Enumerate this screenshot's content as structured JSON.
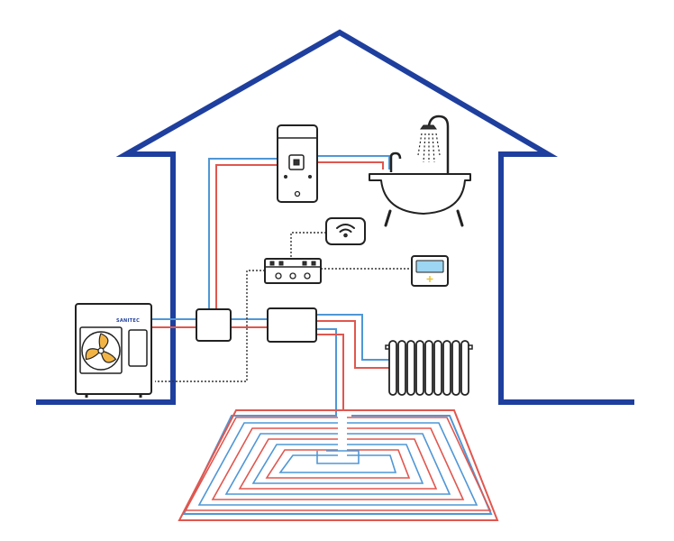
{
  "colors": {
    "house_outline": "#1f3f9e",
    "hot_pipe": "#e0574f",
    "cold_pipe": "#4f97d6",
    "component_stroke": "#222222",
    "fan_blades": "#f2b445",
    "thermostat_screen": "#9cd6f2",
    "thermostat_accent": "#e7c23a",
    "control_wire": "#333333"
  },
  "heat_pump": {
    "brand_label": "SANITEC"
  },
  "icons": [
    "heat-pump-outdoor-unit",
    "fan-icon",
    "boiler-hot-water-cylinder",
    "bathtub-icon",
    "shower-head-icon",
    "wifi-icon",
    "controller-hub",
    "thermostat-icon",
    "radiator-icon",
    "underfloor-heating-coil"
  ]
}
